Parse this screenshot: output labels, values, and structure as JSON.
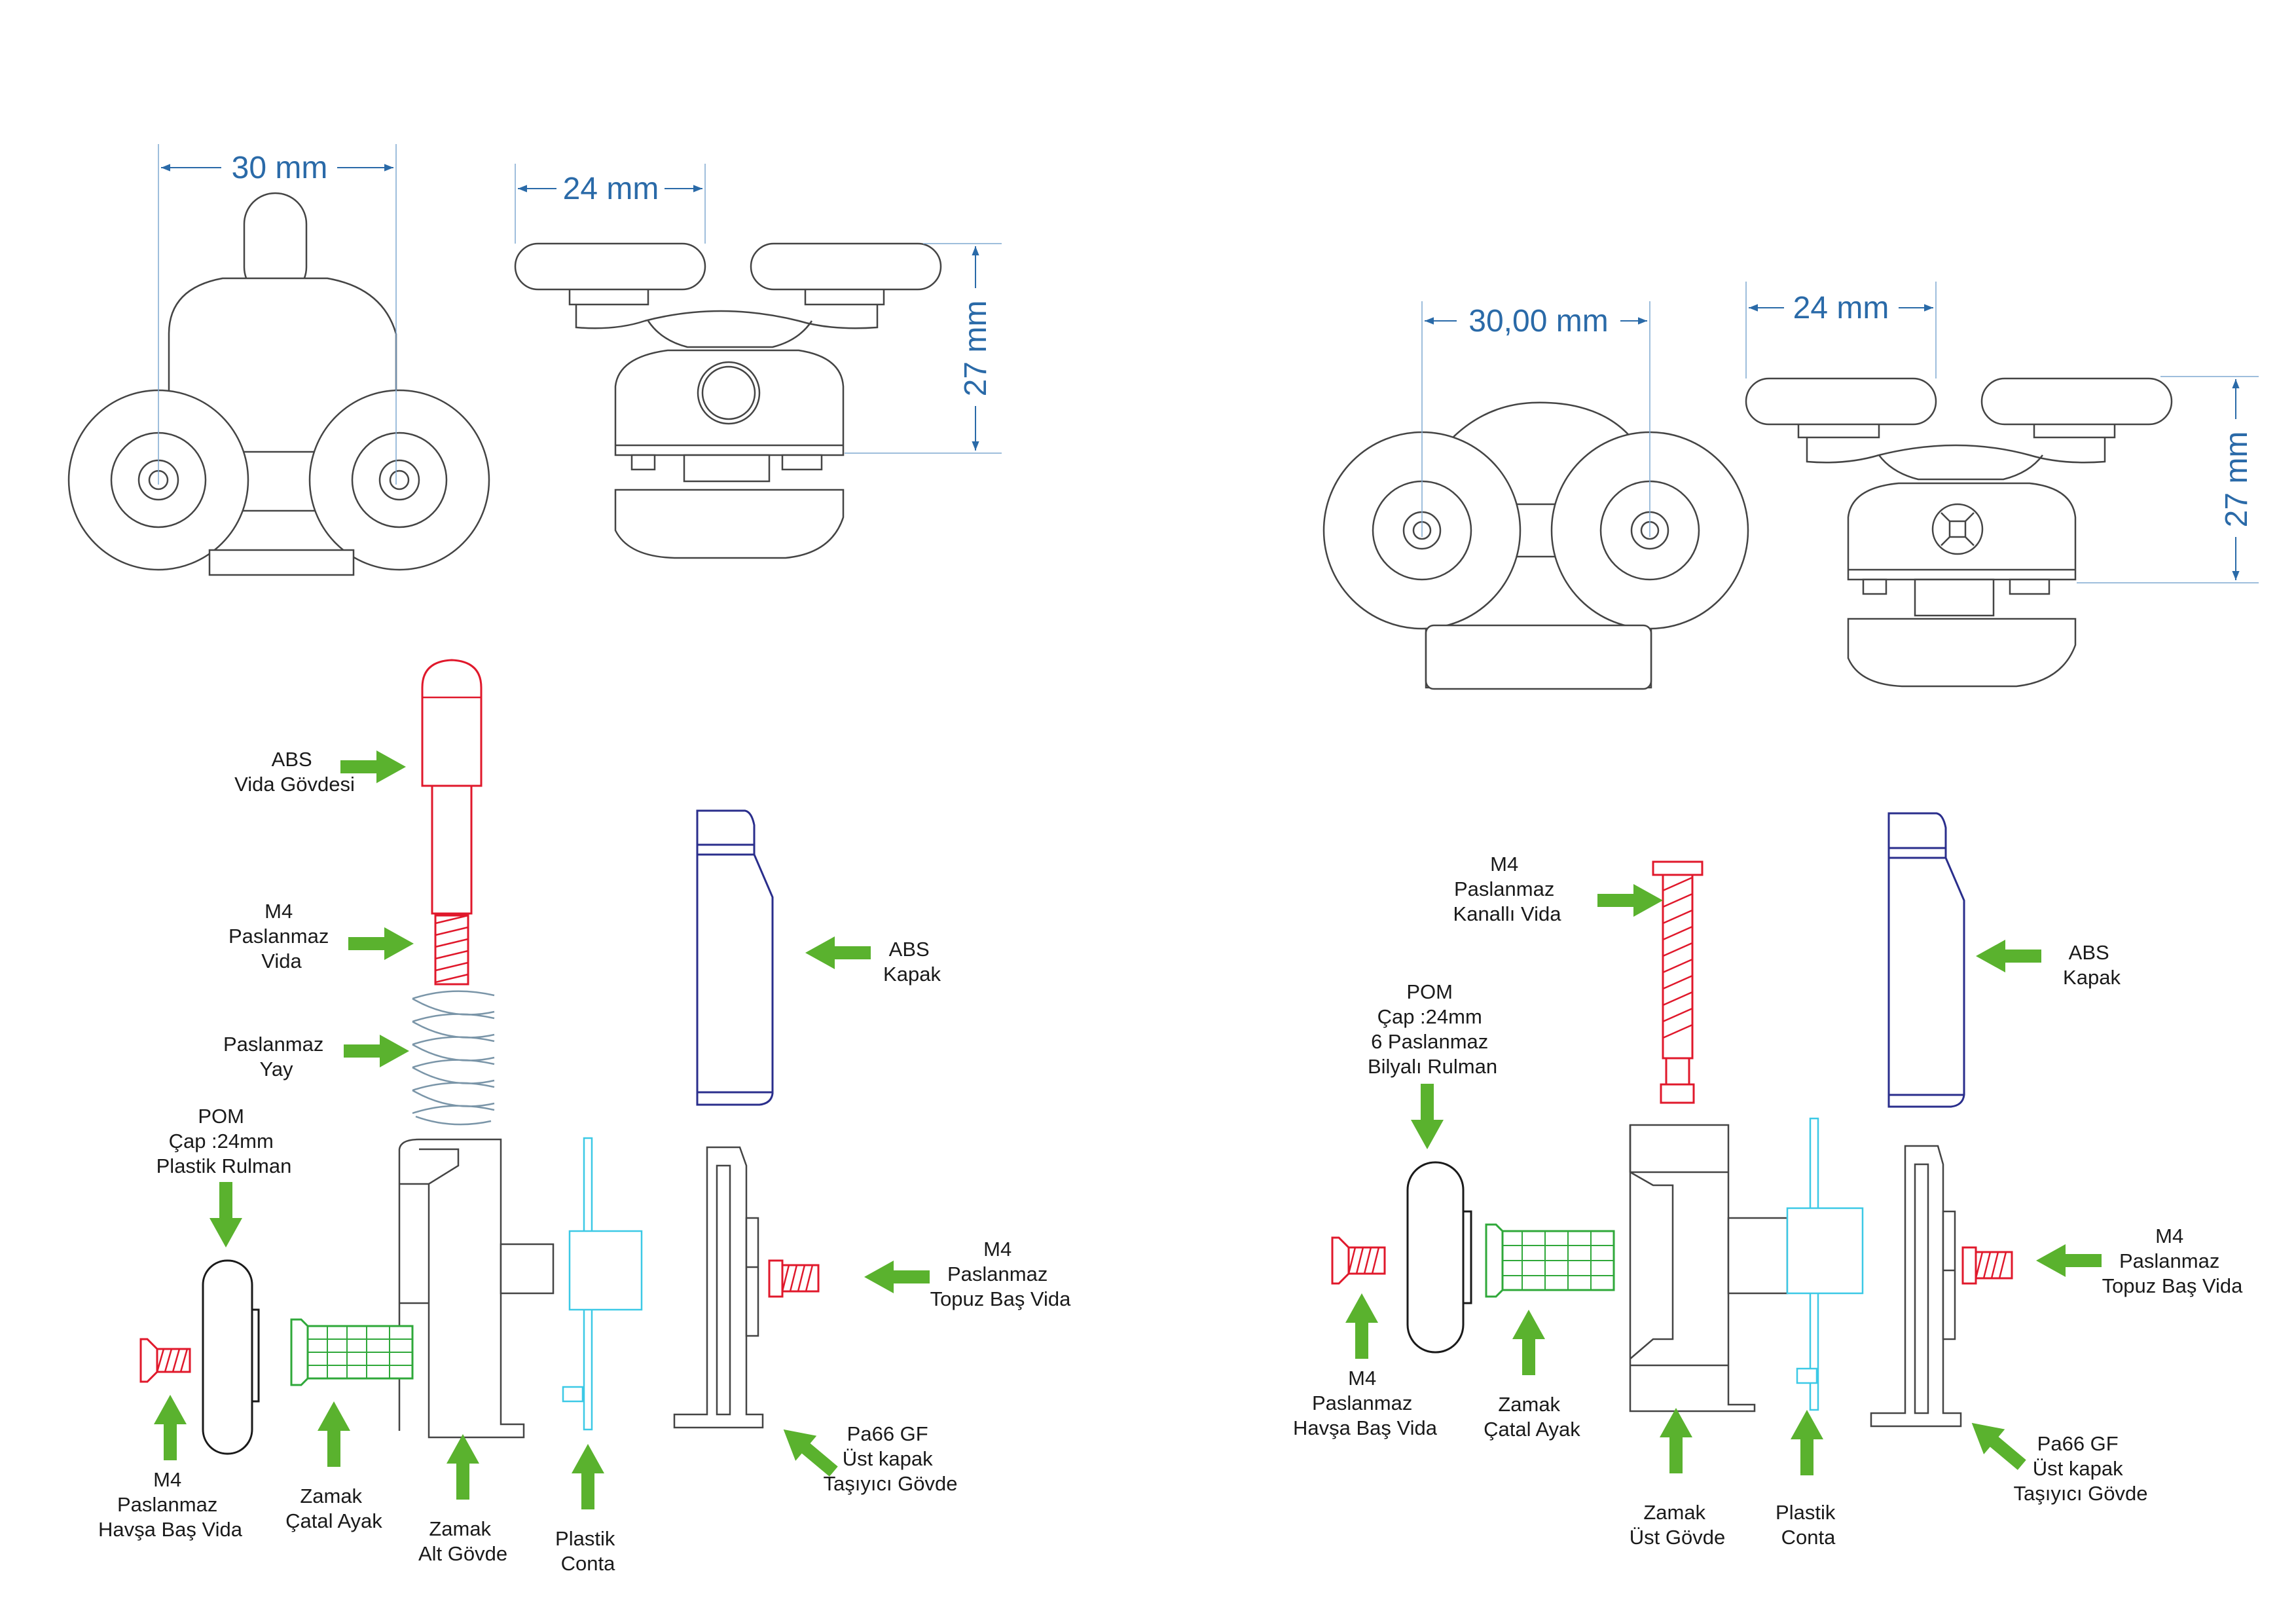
{
  "colors": {
    "dimension": "#2a6aa8",
    "arrow": "#5ab22e",
    "screw": "#e0182b",
    "fork_foot": "#2fa83a",
    "gasket": "#3cc9e6",
    "cap": "#2a2e8c",
    "outline": "#444444"
  },
  "left_assembly": {
    "dimensions": {
      "width": "30 mm",
      "wheel": "24 mm",
      "height": "27 mm"
    },
    "labels": {
      "abs_body": [
        "ABS",
        "Vida Gövdesi"
      ],
      "m4_screw": [
        "M4",
        "Paslanmaz",
        "Vida"
      ],
      "spring": [
        "Paslanmaz",
        "Yay"
      ],
      "pom_bearing": [
        "POM",
        "Çap :24mm",
        "Plastik Rulman"
      ],
      "abs_cap": [
        "ABS",
        "Kapak"
      ],
      "m4_knob_screw": [
        "M4",
        "Paslanmaz",
        "Topuz Baş Vida"
      ],
      "m4_countersunk": [
        "M4",
        "Paslanmaz",
        "Havşa Baş Vida"
      ],
      "zamak_fork": [
        "Zamak",
        "Çatal Ayak"
      ],
      "zamak_lower": [
        "Zamak",
        "Alt Gövde"
      ],
      "plastic_gasket": [
        "Plastik",
        "Conta"
      ],
      "pa66_carrier": [
        "Pa66 GF",
        "Üst kapak",
        "Taşıyıcı Gövde"
      ]
    }
  },
  "right_assembly": {
    "dimensions": {
      "width": "30,00 mm",
      "wheel": "24 mm",
      "height": "27 mm"
    },
    "labels": {
      "m4_slotted": [
        "M4",
        "Paslanmaz",
        "Kanallı Vida"
      ],
      "pom_ball_bearing": [
        "POM",
        "Çap :24mm",
        "6 Paslanmaz",
        "Bilyalı Rulman"
      ],
      "abs_cap": [
        "ABS",
        "Kapak"
      ],
      "m4_knob_screw": [
        "M4",
        "Paslanmaz",
        "Topuz Baş Vida"
      ],
      "m4_countersunk": [
        "M4",
        "Paslanmaz",
        "Havşa Baş Vida"
      ],
      "zamak_fork": [
        "Zamak",
        "Çatal Ayak"
      ],
      "zamak_upper": [
        "Zamak",
        "Üst Gövde"
      ],
      "plastic_gasket": [
        "Plastik",
        "Conta"
      ],
      "pa66_carrier": [
        "Pa66 GF",
        "Üst kapak",
        "Taşıyıcı Gövde"
      ]
    }
  }
}
